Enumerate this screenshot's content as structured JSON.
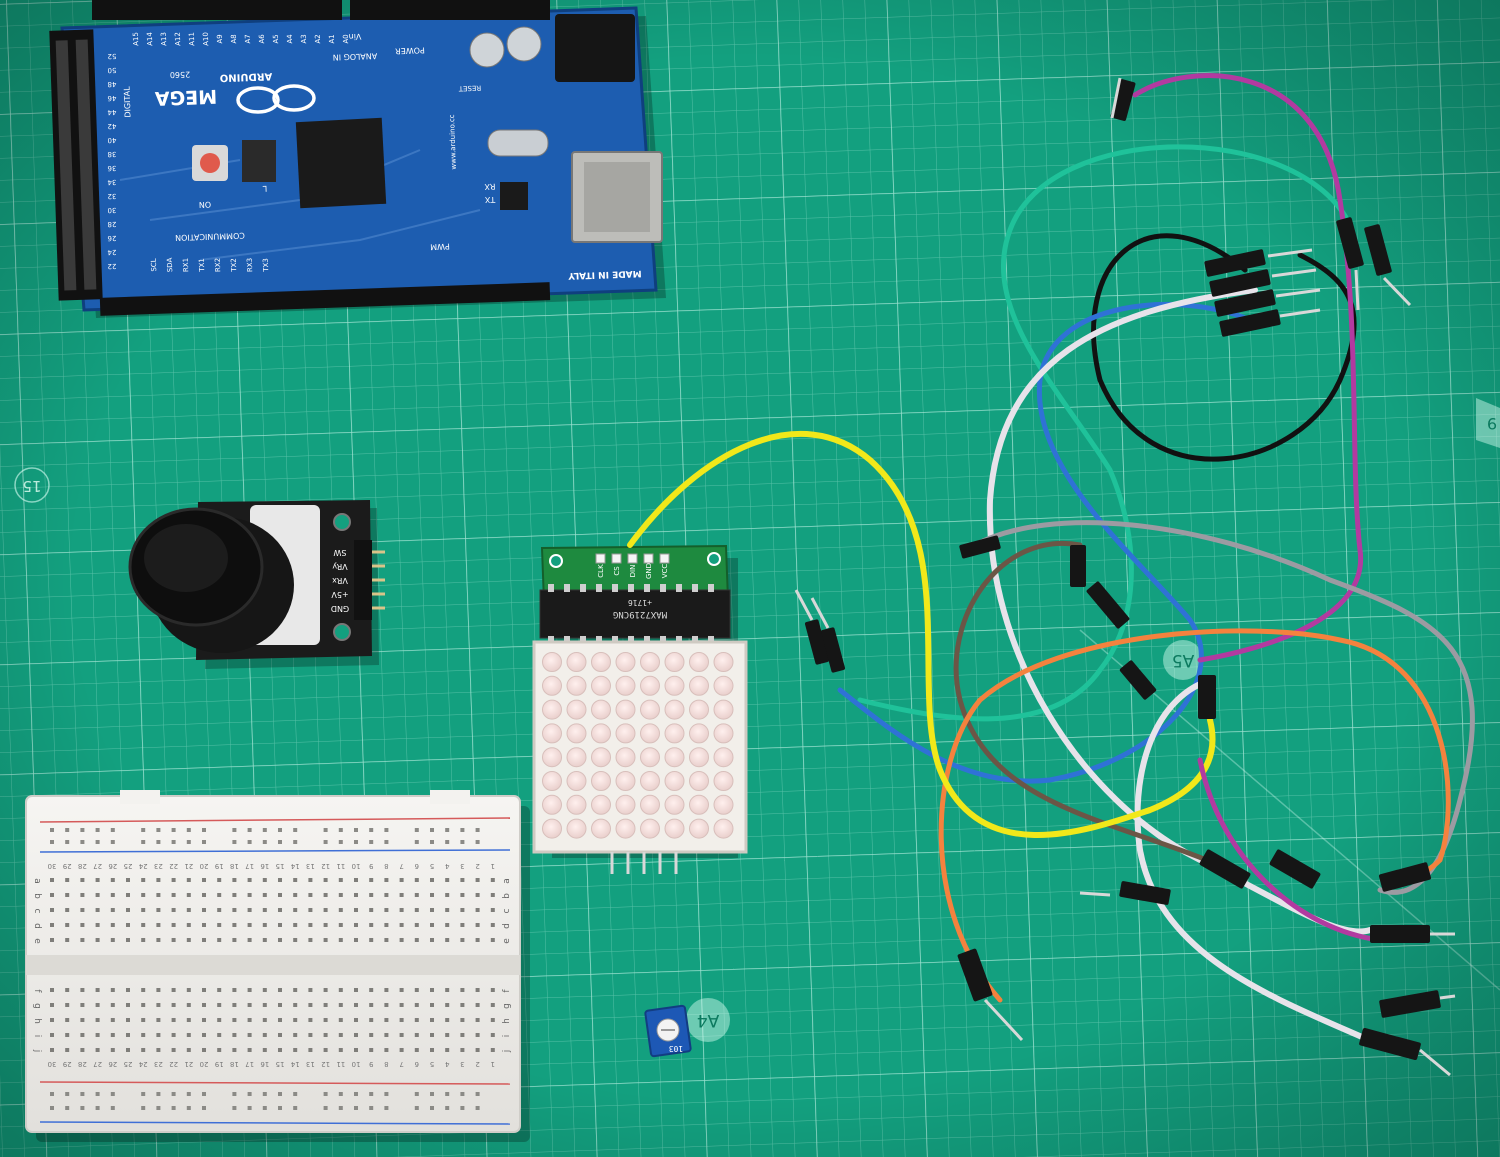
{
  "mat": {
    "marks": [
      "15",
      "9",
      "A5",
      "A4"
    ]
  },
  "arduino": {
    "brand_name": "ARDUINO",
    "model": "MEGA",
    "chip_label": "2560",
    "labels": {
      "analog_in": "ANALOG IN",
      "power": "POWER",
      "communication": "COMMUNICATION",
      "digital": "DIGITAL",
      "pwm": "PWM",
      "made_in": "MADE IN ITALY",
      "website": "www.arduino.cc",
      "reset": "RESET",
      "vin": "Vin",
      "rx": "RX",
      "tx": "TX",
      "on": "ON",
      "l_led": "L"
    },
    "analog_pins": [
      "A15",
      "A14",
      "A13",
      "A12",
      "A11",
      "A10",
      "A9",
      "A8",
      "A7",
      "A6",
      "A5",
      "A4",
      "A3",
      "A2",
      "A1",
      "A0"
    ],
    "comm_pins": [
      "TX3",
      "RX3",
      "TX2",
      "RX2",
      "TX1",
      "RX1",
      "SDA",
      "SCL"
    ],
    "digital_pins": [
      "52",
      "50",
      "48",
      "46",
      "44",
      "42",
      "40",
      "38",
      "36",
      "34",
      "32",
      "30",
      "28",
      "26",
      "24",
      "22"
    ]
  },
  "joystick": {
    "pins": [
      "GND",
      "+5V",
      "VRx",
      "VRy",
      "SW"
    ]
  },
  "matrix_module": {
    "header_pins_top": [
      "VCC",
      "GND",
      "DIN",
      "CS",
      "CLK"
    ],
    "ic_label": "MAX7219CNG",
    "ic_code": "+1716",
    "rows": 8,
    "cols": 8
  },
  "breadboard": {
    "row_letters_top": [
      "a",
      "b",
      "c",
      "d",
      "e"
    ],
    "row_letters_bottom": [
      "f",
      "g",
      "h",
      "i",
      "j"
    ],
    "column_numbers": [
      "30",
      "29",
      "28",
      "27",
      "26",
      "25",
      "24",
      "23",
      "22",
      "21",
      "20",
      "19",
      "18",
      "17",
      "16",
      "15",
      "14",
      "13",
      "12",
      "11",
      "10",
      "9",
      "8",
      "7",
      "6",
      "5",
      "4",
      "3",
      "2",
      "1"
    ]
  },
  "potentiometer": {
    "code": "103"
  },
  "wires": {
    "colors": {
      "yellow": "#f1e81a",
      "black": "#111111",
      "green": "#1fc29a",
      "blue": "#2f72d6",
      "pink": "#b23aa0",
      "white": "#e7e3ea",
      "gray": "#9c9ba2",
      "brown": "#6b5646",
      "orange": "#f4823e"
    }
  }
}
